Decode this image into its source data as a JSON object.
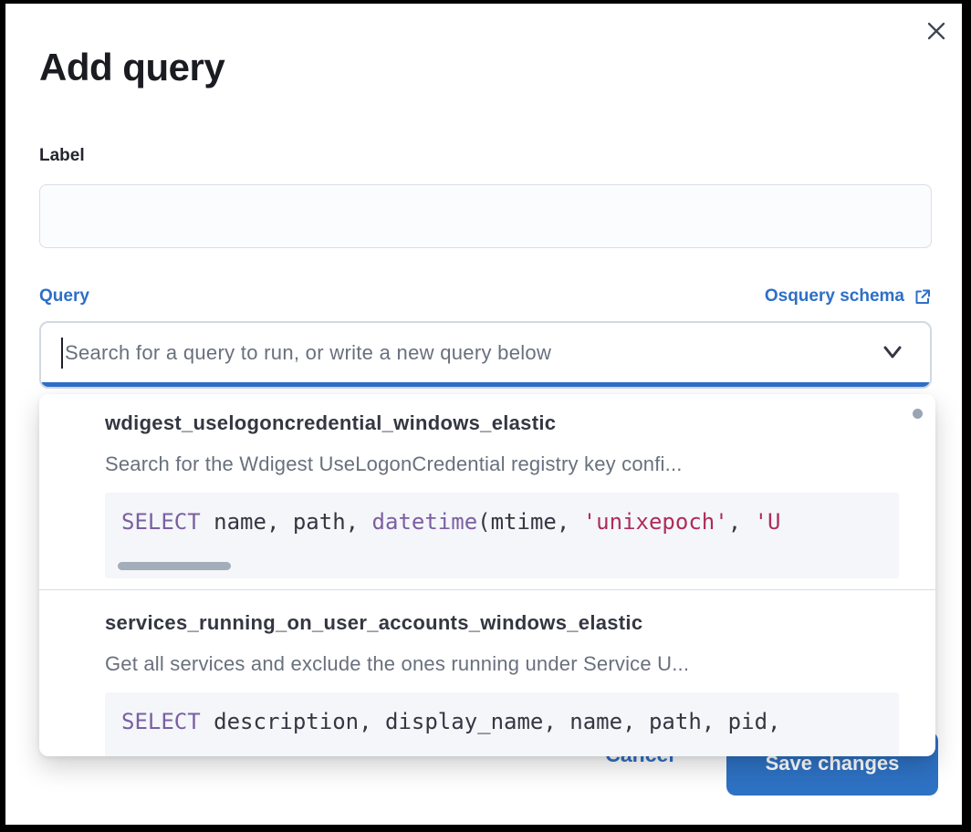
{
  "dialog": {
    "title": "Add query"
  },
  "form": {
    "label_field": {
      "label": "Label",
      "value": ""
    },
    "query_field": {
      "label": "Query",
      "schema_link_label": "Osquery schema",
      "value": "",
      "placeholder": "Search for a query to run, or write a new query below"
    }
  },
  "dropdown": {
    "options": [
      {
        "name": "wdigest_uselogoncredential_windows_elastic",
        "description": "Search for the Wdigest UseLogonCredential registry key confi...",
        "sql_tokens": [
          {
            "type": "keyword",
            "text": "SELECT"
          },
          {
            "type": "plain",
            "text": " name, path, "
          },
          {
            "type": "keyword",
            "text": "datetime"
          },
          {
            "type": "plain",
            "text": "(mtime, "
          },
          {
            "type": "string",
            "text": "'unixepoch'"
          },
          {
            "type": "plain",
            "text": ", "
          },
          {
            "type": "string",
            "text": "'U"
          }
        ],
        "h_scrollbar": true
      },
      {
        "name": "services_running_on_user_accounts_windows_elastic",
        "description": "Get all services and exclude the ones running under Service U...",
        "sql_tokens": [
          {
            "type": "keyword",
            "text": "SELECT"
          },
          {
            "type": "plain",
            "text": " description, display_name, name, path, pid,"
          }
        ],
        "h_scrollbar": false
      }
    ]
  },
  "footer": {
    "cancel_label": "Cancel",
    "save_label": "Save changes"
  },
  "colors": {
    "primary_blue": "#2e6fc7",
    "save_button_fill": "#2e72c4",
    "focus_bar": "#2e6fc9",
    "title_text": "#1a1c21",
    "option_title_text": "#343741",
    "muted_text": "#69707d",
    "code_background": "#f4f6fa",
    "code_keyword": "#7b5fa0",
    "code_string": "#ae2d57"
  }
}
